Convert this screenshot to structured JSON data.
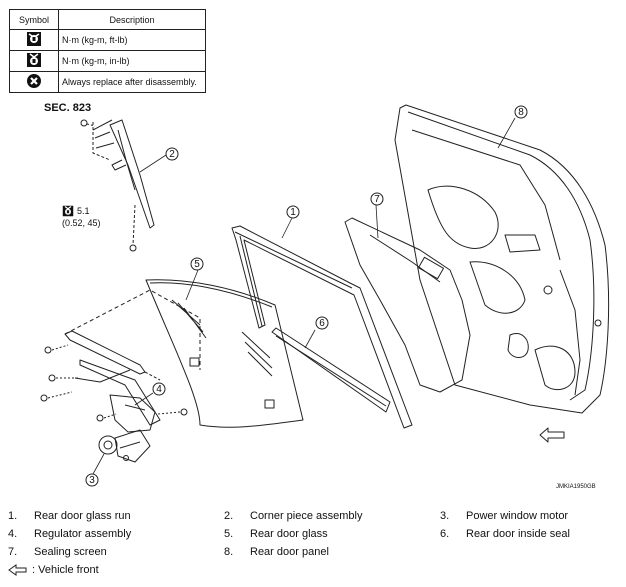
{
  "legend": {
    "headers": {
      "symbol": "Symbol",
      "description": "Description"
    },
    "rows": [
      {
        "icon": "torque-wrench-icon",
        "description": "N·m (kg-m, ft-lb)"
      },
      {
        "icon": "torque-wrench-small-icon",
        "description": "N·m (kg-m, in-lb)"
      },
      {
        "icon": "always-replace-icon",
        "description": "Always replace after disassembly."
      }
    ]
  },
  "section_label": "SEC. 823",
  "torque_spec": {
    "value": "5.1",
    "detail": "(0.52, 45)"
  },
  "image_code": "JMKIA1950GB",
  "callouts": [
    "1",
    "2",
    "3",
    "4",
    "5",
    "6",
    "7",
    "8"
  ],
  "parts": [
    {
      "num": "1.",
      "name": "Rear door glass run"
    },
    {
      "num": "2.",
      "name": "Corner piece assembly"
    },
    {
      "num": "3.",
      "name": "Power window motor"
    },
    {
      "num": "4.",
      "name": "Regulator assembly"
    },
    {
      "num": "5.",
      "name": "Rear door glass"
    },
    {
      "num": "6.",
      "name": "Rear door inside seal"
    },
    {
      "num": "7.",
      "name": "Sealing screen"
    },
    {
      "num": "8.",
      "name": "Rear door panel"
    }
  ],
  "vehicle_front": {
    "icon": "vehicle-front-arrow-icon",
    "label": ": Vehicle front"
  }
}
